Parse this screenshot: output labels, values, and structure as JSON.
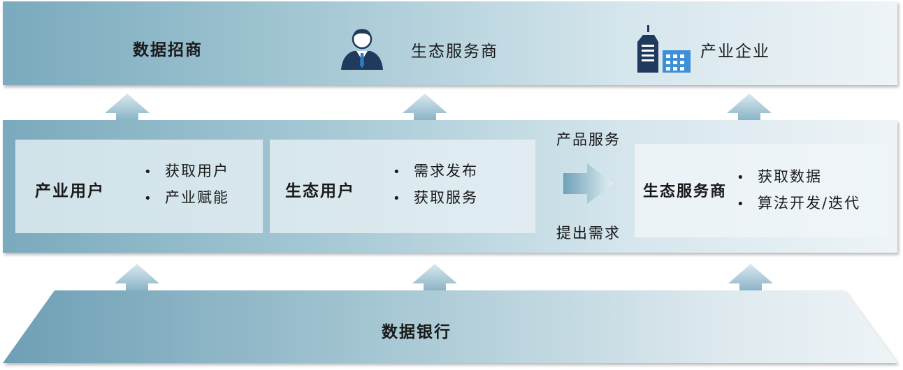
{
  "top": {
    "items": [
      "数据招商",
      "生态服务商",
      "产业企业"
    ],
    "icons": [
      "business-person-icon",
      "office-buildings-icon"
    ]
  },
  "middle": {
    "blocks": [
      {
        "title": "产业用户",
        "bullets": [
          "获取用户",
          "产业赋能"
        ]
      },
      {
        "title": "生态用户",
        "bullets": [
          "需求发布",
          "获取服务"
        ]
      },
      {
        "title": "生态服务商",
        "bullets": [
          "获取数据",
          "算法开发/迭代"
        ]
      }
    ],
    "flow": {
      "top_label": "产品服务",
      "bottom_label": "提出需求"
    }
  },
  "bottom": {
    "title": "数据银行"
  },
  "colors": {
    "band_dark": "#7aaabd",
    "band_light": "#eef4f7",
    "arrow_top": "#d9e8ef",
    "arrow_bottom": "#6ea2b8",
    "icon_navy": "#1f3a5c",
    "icon_blue": "#3d8fd6"
  }
}
